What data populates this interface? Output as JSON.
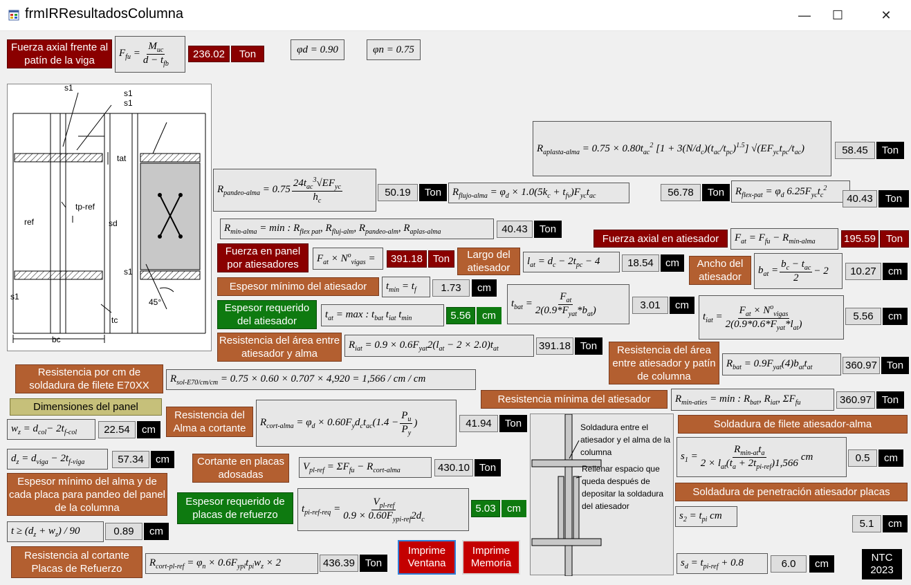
{
  "window": {
    "title": "frmIRResultadosColumna",
    "minimize": "—",
    "maximize": "☐",
    "close": "✕"
  },
  "axial_flange": {
    "label": "Fuerza axial frente al patín de la viga",
    "value": "236.02",
    "unit": "Ton"
  },
  "phi_d": "φd = 0.90",
  "phi_n": "φn = 0.75",
  "crippling": {
    "value": "58.45",
    "unit": "Ton"
  },
  "buckling": {
    "value": "50.19",
    "unit": "Ton"
  },
  "web_yield": {
    "value": "56.78",
    "unit": "Ton"
  },
  "flange_bend": {
    "value": "40.43",
    "unit": "Ton"
  },
  "r_min_web": {
    "value": "40.43",
    "unit": "Ton"
  },
  "axial_stiffener": {
    "label": "Fuerza axial en atiesador",
    "value": "195.59",
    "unit": "Ton"
  },
  "panel_force": {
    "label": "Fuerza en panel por atiesadores",
    "value": "391.18",
    "unit": "Ton"
  },
  "stiffener_length": {
    "label": "Largo del atiesador",
    "value": "18.54",
    "unit": "cm"
  },
  "stiffener_width": {
    "label": "Ancho del atiesador",
    "value": "10.27",
    "unit": "cm"
  },
  "min_thickness": {
    "label": "Espesor mínimo del atiesador",
    "value": "1.73",
    "unit": "cm"
  },
  "t_bat": {
    "value": "3.01",
    "unit": "cm"
  },
  "req_thickness": {
    "label": "Espesor requerido del atiesador",
    "value": "5.56",
    "unit": "cm"
  },
  "t_iat": {
    "value": "5.56",
    "unit": "cm"
  },
  "res_web_area": {
    "label": "Resistencia del área entre atiesador y alma",
    "value": "391.18",
    "unit": "Ton"
  },
  "res_flange_area": {
    "label": "Resistencia del área entre atiesador y patín de columna",
    "value": "360.97",
    "unit": "Ton"
  },
  "weld_res": {
    "label": "Resistencia por cm  de soldadura de filete  E70XX"
  },
  "panel_dims": {
    "label": "Dimensiones del panel"
  },
  "wz": {
    "value": "22.54",
    "unit": "cm"
  },
  "dz": {
    "value": "57.34",
    "unit": "cm"
  },
  "min_stiff_res": {
    "label": "Resistencia mínima del atiesador",
    "value": "360.97",
    "unit": "Ton"
  },
  "web_shear": {
    "label": "Resistencia  del Alma a cortante",
    "value": "41.94",
    "unit": "Ton"
  },
  "shear_plates": {
    "label": "Cortante en placas adosadas",
    "value": "430.10",
    "unit": "Ton"
  },
  "min_web_plate": {
    "label": "Espesor mínimo del alma y de cada placa para pandeo del panel  de la columna",
    "value": "0.89",
    "unit": "cm"
  },
  "req_plate": {
    "label": "Espesor requerido de placas de refuerzo",
    "value": "5.03",
    "unit": "cm"
  },
  "plate_shear": {
    "label": "Resistencia  al cortante Placas de Refuerzo",
    "value": "436.39",
    "unit": "Ton"
  },
  "fillet_weld": {
    "label": "Soldadura de  filete atiesador-alma",
    "value": "0.5",
    "unit": "cm"
  },
  "pen_weld": {
    "label": "Soldadura de penetración atiesador placas",
    "value": "5.1",
    "unit": "cm"
  },
  "sd": {
    "value": "6.0",
    "unit": "cm"
  },
  "buttons": {
    "print_window": "Imprime Ventana",
    "print_memory": "Imprime Memoria"
  },
  "ntc": "NTC 2023",
  "diagram_texts": {
    "weld_between": "Soldadura entre el atiesador y el alma de la columna",
    "fill_space": "Rellenar espacio que queda después de depositar la soldadura del atiesador"
  },
  "left_diagram": {
    "s1": "s1",
    "tat": "tat",
    "tpref": "tp-ref",
    "ref": "ref",
    "sd": "sd",
    "tc": "tc",
    "bc": "bc",
    "angle": "45°"
  },
  "colors": {
    "brown": "#b35f30",
    "dark_red": "#8a0000",
    "green": "#0e7a10",
    "olive": "#c6c07a",
    "button_red": "#c40000"
  }
}
